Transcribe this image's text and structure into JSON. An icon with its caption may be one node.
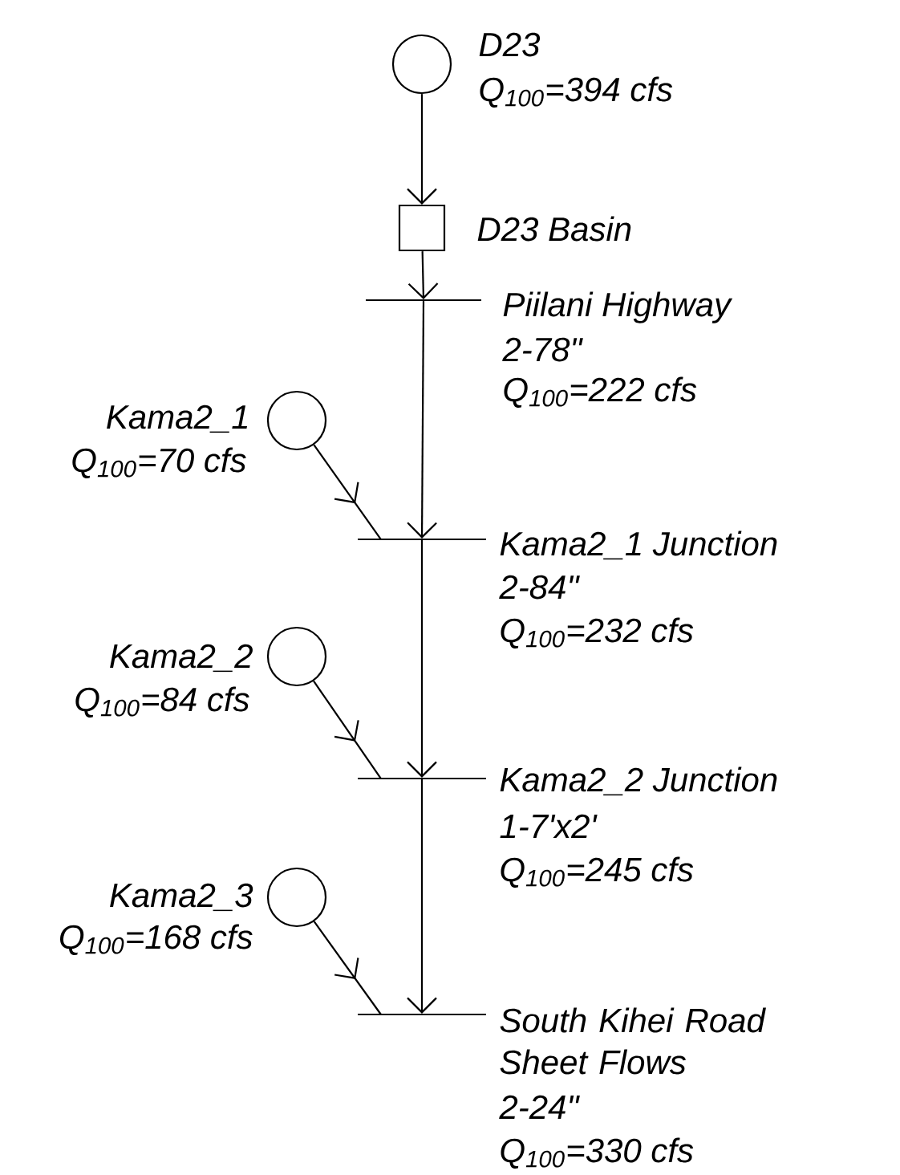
{
  "diagram": {
    "nodes": [
      {
        "text": [],
        "shape": "circle",
        "beside": [
          "D23",
          "Q$_{100}$=394 cfs"
        ]
      },
      {
        "text": [],
        "shape": "box",
        "beside": [
          "D23 Basin"
        ]
      },
      {
        "text": [
          "Piilani Highway",
          "2-78\"",
          "Q$_{100}$=222 cfs"
        ]
      },
      {
        "text": [],
        "shape": "circle",
        "beside": [
          "Kama2_1",
          "Q$_{100}$=70 cfs"
        ]
      },
      {
        "text": [
          "Kama2_1 Junction",
          "2-84\"",
          "Q$_{100}$=232 cfs"
        ]
      },
      {
        "text": [],
        "shape": "circle",
        "beside": [
          "Kama2_2",
          "Q$_{100}$=84 cfs"
        ]
      },
      {
        "text": [
          "Kama2_2 Junction",
          "1-7'x2'",
          "Q$_{100}$=245 cfs"
        ]
      },
      {
        "text": [],
        "shape": "circle",
        "beside": [
          "Kama2_3",
          "Q$_{100}$=168 cfs"
        ]
      },
      {
        "text": [
          "South Kihei Road Sheet Flows",
          "2-24\"",
          "Q$_{100}$=330 cfs"
        ]
      }
    ],
    "edges": [
      {
        "from": 0,
        "to": 1,
        "arrow": "to"
      },
      {
        "from": 1,
        "to": 2,
        "arrow": "to"
      },
      {
        "from": 2,
        "to": 4,
        "arrow": "to"
      },
      {
        "from": 3,
        "to": 4,
        "arrow": "to"
      },
      {
        "from": 4,
        "to": 6,
        "arrow": "to"
      },
      {
        "from": 5,
        "to": 6,
        "arrow": "to"
      },
      {
        "from": 6,
        "to": 8,
        "arrow": "to"
      },
      {
        "from": 7,
        "to": 8,
        "arrow": "to"
      }
    ]
  }
}
